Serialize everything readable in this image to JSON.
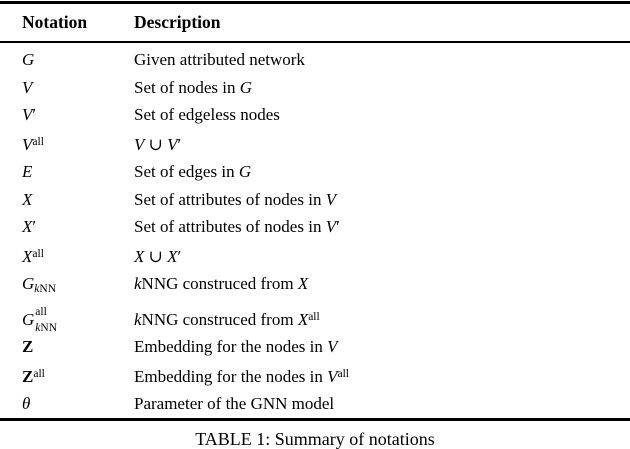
{
  "colors": {
    "background": "#ffffff",
    "text": "#000000",
    "rule": "#000000"
  },
  "table": {
    "header": {
      "notation": "Notation",
      "description": "Description"
    },
    "rows": [
      {
        "notation": [
          {
            "t": "G",
            "s": "it"
          }
        ],
        "description": [
          {
            "t": "Given attributed network",
            "s": "rm"
          }
        ]
      },
      {
        "notation": [
          {
            "t": "V",
            "s": "cal"
          }
        ],
        "description": [
          {
            "t": "Set of nodes in ",
            "s": "rm"
          },
          {
            "t": "G",
            "s": "it"
          }
        ]
      },
      {
        "notation": [
          {
            "t": "V",
            "s": "cal"
          },
          {
            "t": "′",
            "s": "rm"
          }
        ],
        "description": [
          {
            "t": "Set of edgeless nodes",
            "s": "rm"
          }
        ]
      },
      {
        "notation": [
          {
            "t": "V",
            "s": "cal"
          },
          {
            "t": "all",
            "s": "sup"
          }
        ],
        "description": [
          {
            "t": "V",
            "s": "cal"
          },
          {
            "t": " ∪ ",
            "s": "rm"
          },
          {
            "t": "V",
            "s": "cal"
          },
          {
            "t": "′",
            "s": "rm"
          }
        ]
      },
      {
        "notation": [
          {
            "t": "E",
            "s": "cal"
          }
        ],
        "description": [
          {
            "t": "Set of edges in ",
            "s": "rm"
          },
          {
            "t": "G",
            "s": "it"
          }
        ]
      },
      {
        "notation": [
          {
            "t": "X",
            "s": "cal"
          }
        ],
        "description": [
          {
            "t": "Set of attributes of nodes in ",
            "s": "rm"
          },
          {
            "t": "V",
            "s": "cal"
          }
        ]
      },
      {
        "notation": [
          {
            "t": "X",
            "s": "cal"
          },
          {
            "t": "′",
            "s": "rm"
          }
        ],
        "description": [
          {
            "t": "Set of attributes of nodes in ",
            "s": "rm"
          },
          {
            "t": "V",
            "s": "cal"
          },
          {
            "t": "′",
            "s": "rm"
          }
        ]
      },
      {
        "notation": [
          {
            "t": "X",
            "s": "cal"
          },
          {
            "t": "all",
            "s": "sup"
          }
        ],
        "description": [
          {
            "t": "X",
            "s": "cal"
          },
          {
            "t": " ∪ ",
            "s": "rm"
          },
          {
            "t": "X",
            "s": "cal"
          },
          {
            "t": "′",
            "s": "rm"
          }
        ]
      },
      {
        "notation": [
          {
            "t": "G",
            "s": "it"
          },
          {
            "t": "k",
            "s": "subit"
          },
          {
            "t": "NN",
            "s": "sub"
          }
        ],
        "description": [
          {
            "t": "k",
            "s": "it"
          },
          {
            "t": "NNG construced from ",
            "s": "rm"
          },
          {
            "t": "X",
            "s": "cal"
          }
        ]
      },
      {
        "notation": [
          {
            "t": "G",
            "s": "it"
          },
          {
            "s": "stack",
            "sup": "all",
            "subit": "k",
            "subrm": "NN"
          }
        ],
        "description": [
          {
            "t": "k",
            "s": "it"
          },
          {
            "t": "NNG construced from ",
            "s": "rm"
          },
          {
            "t": "X",
            "s": "cal"
          },
          {
            "t": "all",
            "s": "sup"
          }
        ]
      },
      {
        "notation": [
          {
            "t": "Z",
            "s": "bf"
          }
        ],
        "description": [
          {
            "t": "Embedding for the nodes in ",
            "s": "rm"
          },
          {
            "t": "V",
            "s": "cal"
          }
        ]
      },
      {
        "notation": [
          {
            "t": "Z",
            "s": "bf"
          },
          {
            "t": "all",
            "s": "sup"
          }
        ],
        "description": [
          {
            "t": "Embedding for the nodes in ",
            "s": "rm"
          },
          {
            "t": "V",
            "s": "cal"
          },
          {
            "t": "all",
            "s": "sup"
          }
        ]
      },
      {
        "notation": [
          {
            "t": "θ",
            "s": "it"
          }
        ],
        "description": [
          {
            "t": "Parameter of the GNN model",
            "s": "rm"
          }
        ]
      }
    ]
  },
  "caption": "TABLE 1: Summary of notations"
}
